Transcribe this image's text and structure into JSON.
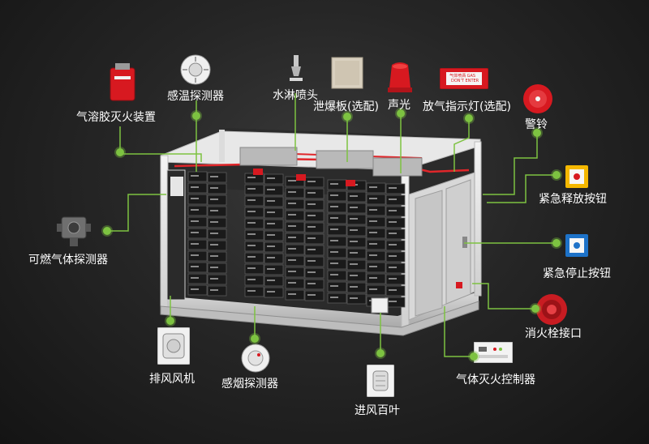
{
  "diagram": {
    "labels": {
      "aerosol": "气溶胶灭火装置",
      "heat_detector": "感温探测器",
      "sprinkler": "水淋喷头",
      "vent_panel": "泄爆板(选配)",
      "sound_light": "声光",
      "gas_indicator": "放气指示灯(选配)",
      "alarm_bell": "警铃",
      "emergency_release": "紧急释放按钮",
      "emergency_stop": "紧急停止按钮",
      "hydrant": "消火栓接口",
      "gas_controller": "气体灭火控制器",
      "intake_louver": "进风百叶",
      "smoke_detector": "感烟探测器",
      "exhaust_fan": "排风风机",
      "gas_detector": "可燃气体探测器"
    },
    "device_text": {
      "gas_indicator_sign": "气体喷洒 GAS",
      "gas_indicator_sub": "DON'T ENTER"
    },
    "colors": {
      "accent_green": "#7dc241",
      "fire_red": "#d71920",
      "pipe_red": "#e0262a",
      "release_yellow": "#f5b800",
      "stop_blue": "#1d72c8",
      "frame_white": "#eeeeee"
    }
  }
}
